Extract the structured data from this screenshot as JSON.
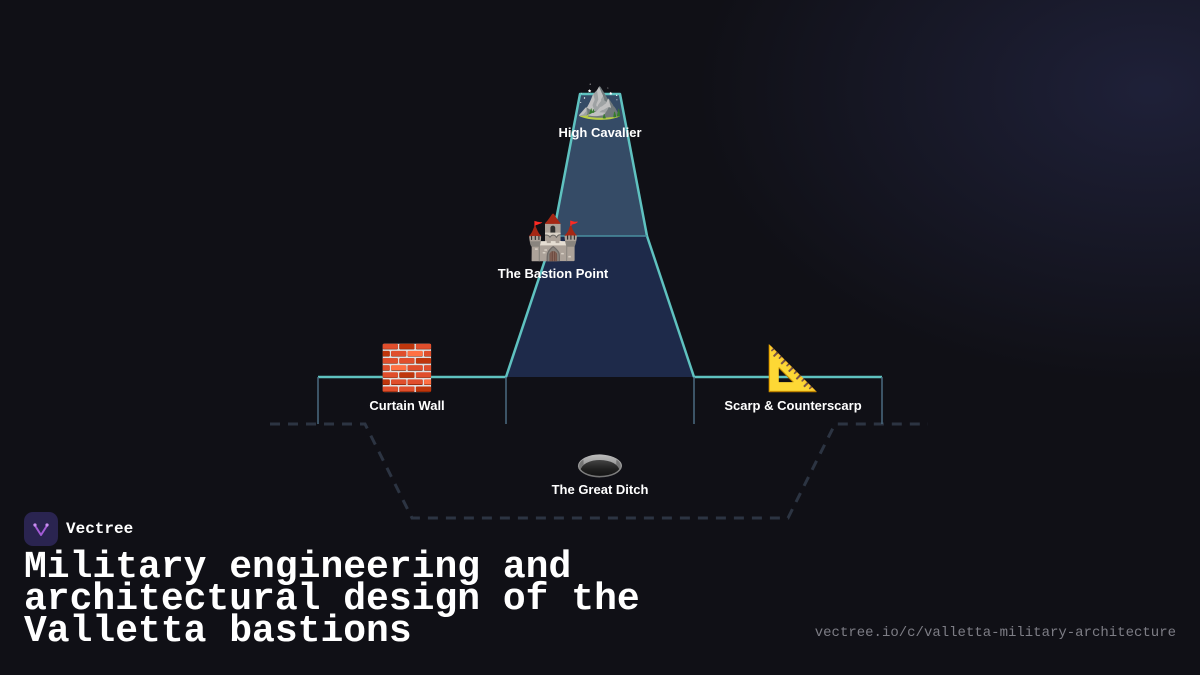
{
  "diagram": {
    "nodes": [
      {
        "id": "high-cavalier",
        "label": "High Cavalier",
        "icon": "mountain-icon",
        "glyph": "⛰️"
      },
      {
        "id": "bastion-point",
        "label": "The Bastion Point",
        "icon": "castle-icon",
        "glyph": "🏰"
      },
      {
        "id": "curtain-wall",
        "label": "Curtain Wall",
        "icon": "brick-icon",
        "glyph": "🧱"
      },
      {
        "id": "scarp",
        "label": "Scarp & Counterscarp",
        "icon": "triangular-ruler-icon",
        "glyph": "📐"
      },
      {
        "id": "great-ditch",
        "label": "The Great Ditch",
        "icon": "hole-icon",
        "glyph": "🕳️"
      }
    ],
    "colors": {
      "outline": "#5fc2c0",
      "upper_fill": "#3c5674",
      "lower_fill": "#1e2a4a",
      "ditch_dash": "#2c3442"
    }
  },
  "brand": {
    "name": "Vectree",
    "logo_icon": "vectree-logo-icon",
    "logo_color": "#a35bd6"
  },
  "title": "Military engineering and architectural design of the Valletta bastions",
  "url": "vectree.io/c/valletta-military-architecture"
}
